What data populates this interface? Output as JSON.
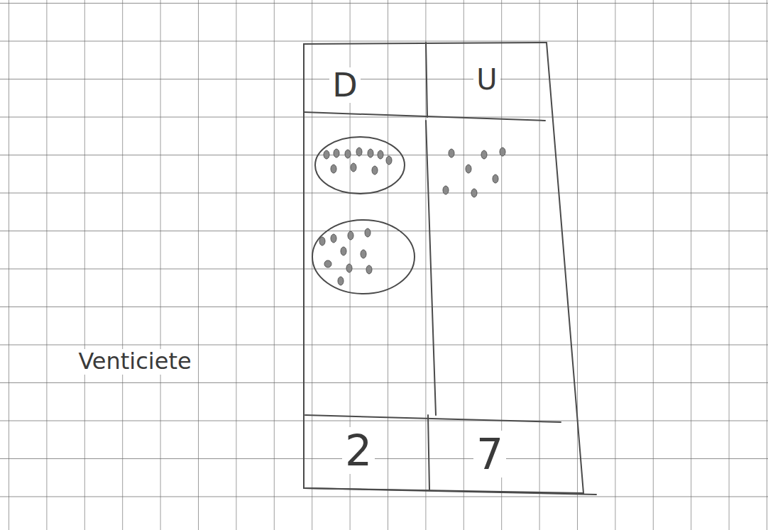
{
  "diagram": {
    "labels": [
      "D",
      "U",
      "2",
      "7",
      "Venticiete"
    ]
  }
}
